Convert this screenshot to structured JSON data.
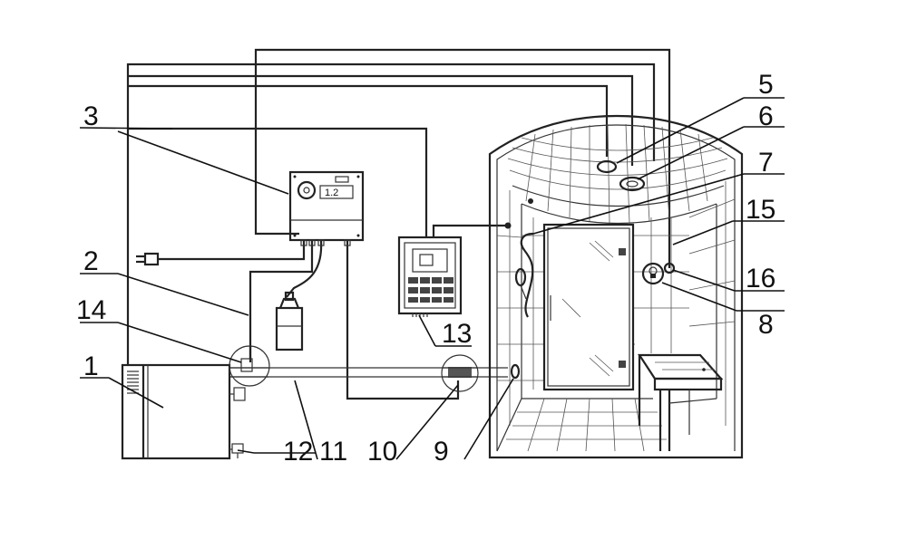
{
  "labels": {
    "l1": "1",
    "l2": "2",
    "l3": "3",
    "l5": "5",
    "l6": "6",
    "l7": "7",
    "l8": "8",
    "l9": "9",
    "l10": "10",
    "l11": "11",
    "l12": "12",
    "l13": "13",
    "l14": "14",
    "l15": "15",
    "l16": "16"
  },
  "dosing_display": "1.2"
}
